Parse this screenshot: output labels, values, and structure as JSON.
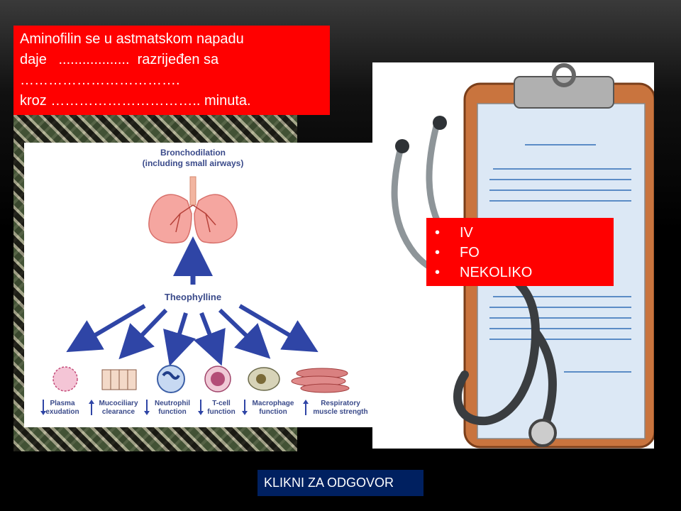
{
  "question": {
    "lines": [
      "Aminofilin se u astmatskom napadu",
      "daje   ..................  razrijeđen sa",
      "…………………………….",
      "kroz ………………………….. minuta."
    ]
  },
  "diagram": {
    "title_line1": "Bronchodilation",
    "title_line2": "(including small airways)",
    "center_label": "Theophylline",
    "effects": [
      {
        "direction": "down",
        "line1": "Plasma",
        "line2": "exudation"
      },
      {
        "direction": "up",
        "line1": "Mucociliary",
        "line2": "clearance"
      },
      {
        "direction": "down",
        "line1": "Neutrophil",
        "line2": "function"
      },
      {
        "direction": "down",
        "line1": "T-cell",
        "line2": "function"
      },
      {
        "direction": "down",
        "line1": "Macrophage",
        "line2": "function"
      },
      {
        "direction": "up",
        "line1": "Respiratory",
        "line2": "muscle strength"
      }
    ]
  },
  "answers": {
    "items": [
      "IV",
      "FO",
      "NEKOLIKO"
    ]
  },
  "reveal_button": {
    "label": "KLIKNI ZA ODGOVOR"
  },
  "colors": {
    "highlight": "#ff0000",
    "button": "#002060",
    "arrow": "#2f45a6"
  }
}
